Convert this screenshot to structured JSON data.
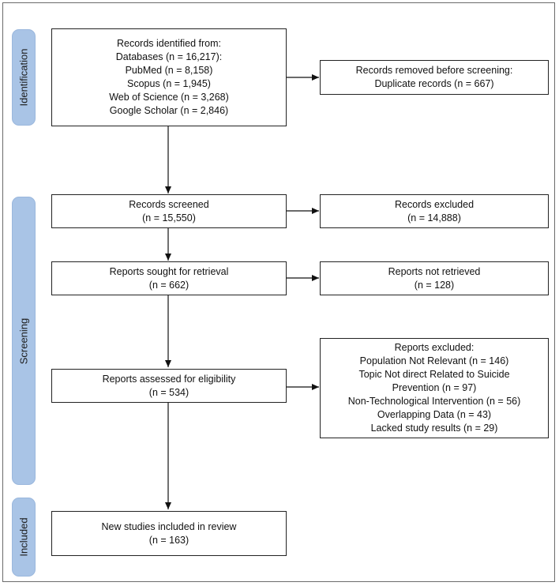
{
  "phases": {
    "identification": "Identification",
    "screening": "Screening",
    "included": "Included"
  },
  "boxes": {
    "records_identified": {
      "lines": [
        "Records identified from:",
        "Databases (n = 16,217):",
        "PubMed (n = 8,158)",
        "Scopus (n = 1,945)",
        "Web of Science (n = 3,268)",
        "Google Scholar (n = 2,846)"
      ]
    },
    "records_removed": {
      "lines": [
        "Records removed before screening:",
        "Duplicate records (n = 667)"
      ]
    },
    "records_screened": {
      "lines": [
        "Records screened",
        "(n = 15,550)"
      ]
    },
    "records_excluded": {
      "lines": [
        "Records excluded",
        "(n = 14,888)"
      ]
    },
    "reports_sought": {
      "lines": [
        "Reports sought for retrieval",
        "(n = 662)"
      ]
    },
    "reports_not_retrieved": {
      "lines": [
        "Reports not retrieved",
        "(n = 128)"
      ]
    },
    "reports_assessed": {
      "lines": [
        "Reports assessed for eligibility",
        "(n = 534)"
      ]
    },
    "reports_excluded": {
      "lines": [
        "Reports excluded:",
        "Population Not Relevant (n = 146)",
        "Topic Not direct Related to Suicide",
        "Prevention (n = 97)",
        "Non-Technological Intervention (n = 56)",
        "Overlapping Data (n = 43)",
        "Lacked study results (n = 29)"
      ]
    },
    "studies_included": {
      "lines": [
        "New studies included in review",
        "(n = 163)"
      ]
    }
  }
}
